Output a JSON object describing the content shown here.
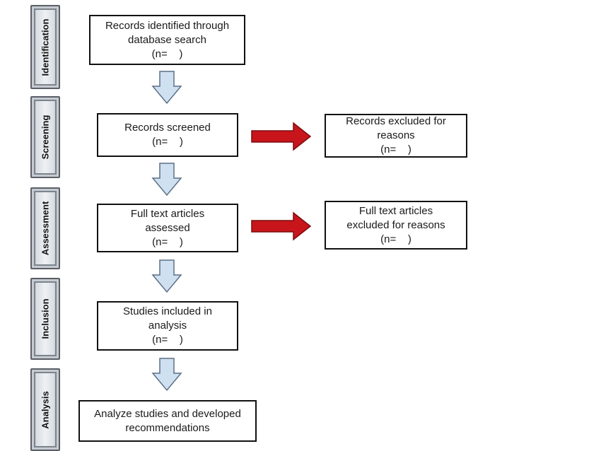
{
  "stages": [
    "Identification",
    "Screening",
    "Assessment",
    "Inclusion",
    "Analysis"
  ],
  "boxes": {
    "identified": [
      "Records identified through",
      "database search",
      "(n=    )"
    ],
    "screened": [
      "Records screened",
      "(n=    )"
    ],
    "excluded": [
      "Records excluded for",
      "reasons",
      "(n=    )"
    ],
    "assessed": [
      "Full text articles",
      "assessed",
      "(n=    )"
    ],
    "fulltext_excluded": [
      "Full text articles",
      "excluded for reasons",
      "(n=    )"
    ],
    "included": [
      "Studies included in",
      "analysis",
      "(n=    )"
    ],
    "analysis": [
      "Analyze studies and developed",
      "recommendations"
    ]
  },
  "colors": {
    "down_arrow_fill": "#cfe0f1",
    "down_arrow_stroke": "#5b6f86",
    "right_arrow_fill": "#c8151b",
    "right_arrow_stroke": "#7a0c0f"
  }
}
